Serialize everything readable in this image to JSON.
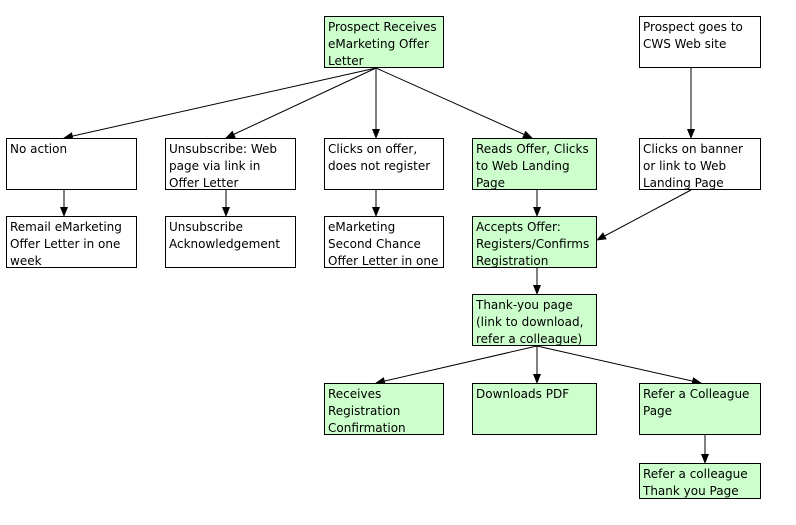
{
  "colors": {
    "highlight": "#ccffcc",
    "plain": "#ffffff",
    "line": "#000000"
  },
  "nodes": {
    "prospect_receives": {
      "text": "Prospect Receives eMarketing Offer Letter",
      "highlight": true
    },
    "prospect_goes": {
      "text": "Prospect goes to CWS Web site",
      "highlight": false
    },
    "no_action": {
      "text": "No action",
      "highlight": false
    },
    "unsubscribe": {
      "text": "Unsubscribe: Web page via link in Offer Letter",
      "highlight": false
    },
    "clicks_no_register": {
      "text": "Clicks on offer, does not register",
      "highlight": false
    },
    "reads_offer": {
      "text": "Reads Offer, Clicks to Web Landing Page",
      "highlight": true
    },
    "clicks_banner": {
      "text": "Clicks on banner or link to Web Landing Page",
      "highlight": false
    },
    "remail": {
      "text": "Remail eMarketing Offer Letter in one week",
      "highlight": false
    },
    "unsub_ack": {
      "text": "Unsubscribe Acknowledgement",
      "highlight": false
    },
    "second_chance": {
      "text": "eMarketing Second Chance Offer Letter in one week",
      "highlight": false
    },
    "accepts_offer": {
      "text": "Accepts Offer: Registers/Confirms Registration",
      "highlight": true
    },
    "thank_you": {
      "text": "Thank-you page (link to download, refer a colleague)",
      "highlight": true
    },
    "receives_email": {
      "text": "Receives Registration Confirmation Email",
      "highlight": true
    },
    "downloads_pdf": {
      "text": "Downloads PDF",
      "highlight": true
    },
    "refer_colleague": {
      "text": "Refer a Colleague Page",
      "highlight": true
    },
    "refer_thanks": {
      "text": "Refer a colleague Thank you Page",
      "highlight": true
    }
  },
  "edges": [
    {
      "from": "prospect_receives",
      "to": "no_action"
    },
    {
      "from": "prospect_receives",
      "to": "unsubscribe"
    },
    {
      "from": "prospect_receives",
      "to": "clicks_no_register"
    },
    {
      "from": "prospect_receives",
      "to": "reads_offer"
    },
    {
      "from": "prospect_goes",
      "to": "clicks_banner"
    },
    {
      "from": "no_action",
      "to": "remail"
    },
    {
      "from": "unsubscribe",
      "to": "unsub_ack"
    },
    {
      "from": "clicks_no_register",
      "to": "second_chance"
    },
    {
      "from": "reads_offer",
      "to": "accepts_offer"
    },
    {
      "from": "clicks_banner",
      "to": "accepts_offer"
    },
    {
      "from": "accepts_offer",
      "to": "thank_you"
    },
    {
      "from": "thank_you",
      "to": "receives_email"
    },
    {
      "from": "thank_you",
      "to": "downloads_pdf"
    },
    {
      "from": "thank_you",
      "to": "refer_colleague"
    },
    {
      "from": "refer_colleague",
      "to": "refer_thanks"
    }
  ]
}
